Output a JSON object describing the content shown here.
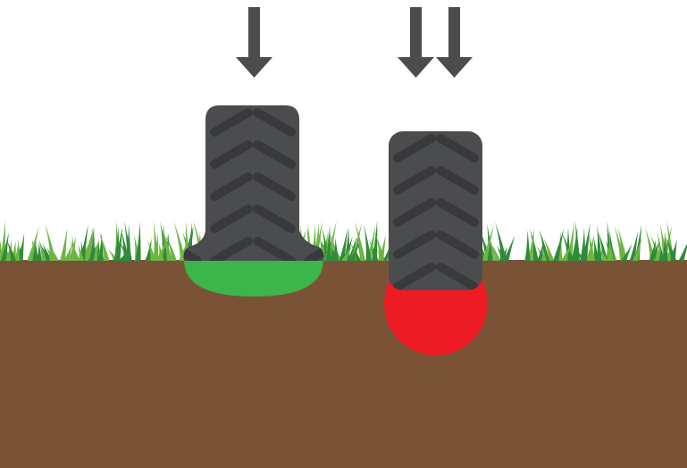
{
  "illustration": {
    "colors": {
      "background": "#ffffff",
      "soil": "#7a5336",
      "grass_dark": "#2e8b3a",
      "grass_light": "#6fb544",
      "tire": "#4b4c4e",
      "tread": "#38393b",
      "arrow": "#4b4c4e",
      "low_compaction": "#3cb54a",
      "high_compaction": "#ed1c24"
    },
    "left_tire": {
      "load_arrows": 1,
      "icon": "wide-tire-low-pressure"
    },
    "right_tire": {
      "load_arrows": 2,
      "icon": "narrow-tire-high-pressure"
    }
  }
}
